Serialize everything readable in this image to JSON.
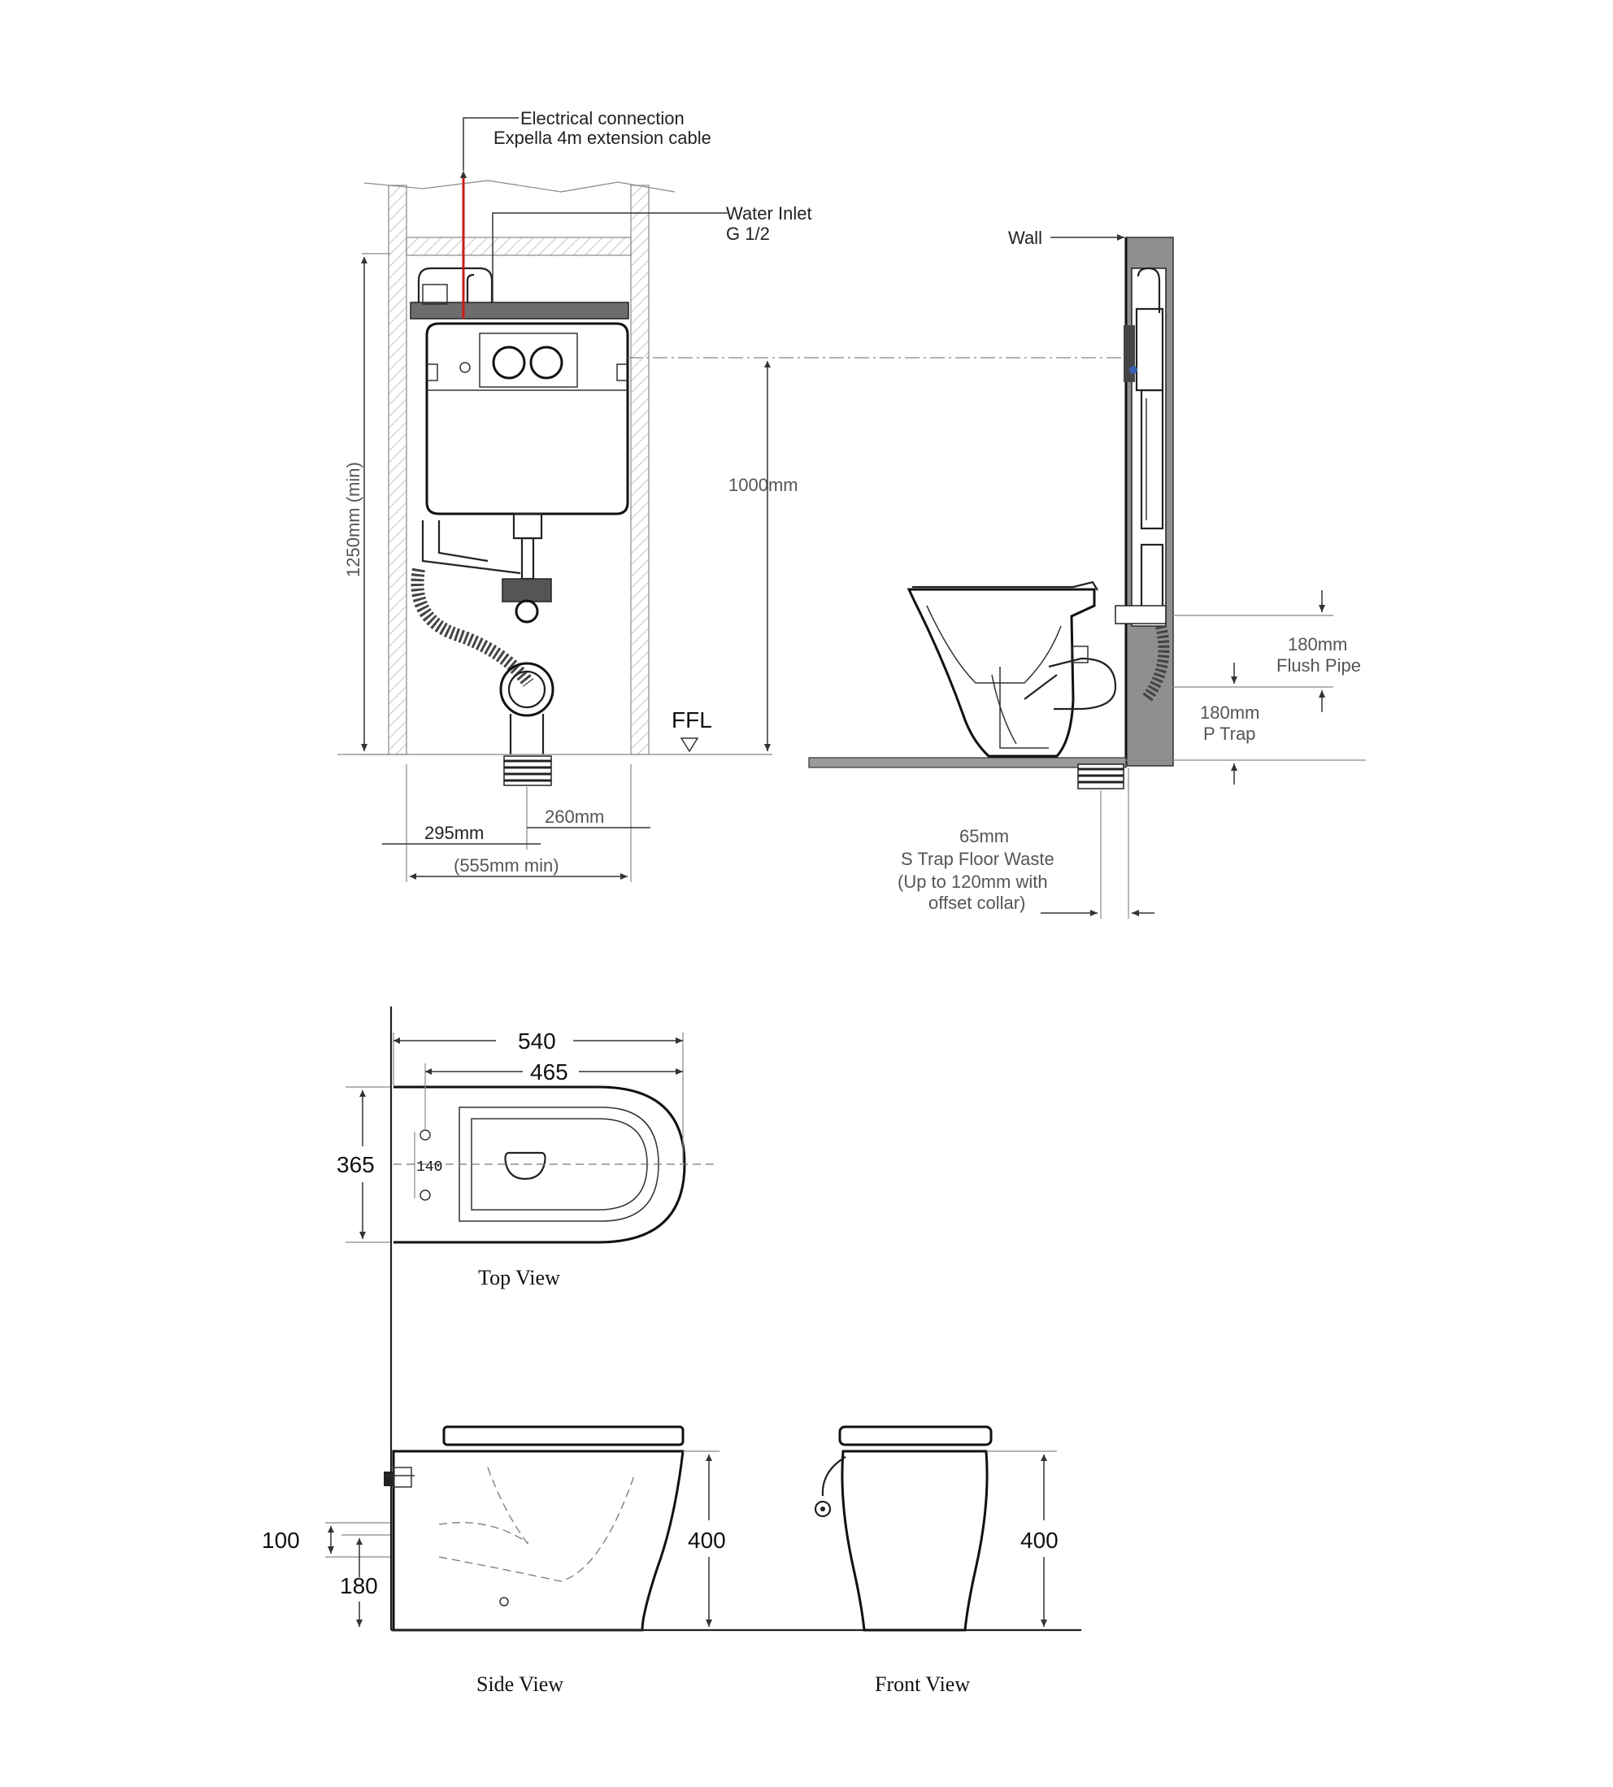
{
  "colors": {
    "line": "#222222",
    "cable": "#d01818",
    "wall_fill": "#8f8f8f",
    "hatch": "#bdbdbd",
    "panel_fill": "#6d6d6d"
  },
  "callouts": {
    "electrical_line1": "Electrical connection",
    "electrical_line2": "Expella 4m extension cable",
    "water_line1": "Water Inlet",
    "water_line2": "G 1/2",
    "wall": "Wall",
    "ffl": "FFL"
  },
  "frame_dims": {
    "height_min": "1250mm (min)",
    "button_height": "1000mm",
    "left_offset": "295mm",
    "right_offset": "260mm",
    "width_min": "(555mm min)"
  },
  "side_section_dims": {
    "flush_pipe_value": "180mm",
    "flush_pipe_label": "Flush Pipe",
    "p_trap_value": "180mm",
    "p_trap_label": "P Trap",
    "s_trap_line1": "65mm",
    "s_trap_line2": "S Trap Floor Waste",
    "s_trap_line3": "(Up to 120mm with",
    "s_trap_line4": "offset collar)"
  },
  "top_view": {
    "caption": "Top View",
    "overall_length": "540",
    "bowl_length": "465",
    "width": "365",
    "bolt_spacing": "140"
  },
  "side_view": {
    "caption": "Side View",
    "height": "400",
    "inlet_offset": "100",
    "inlet_height": "180"
  },
  "front_view": {
    "caption": "Front View",
    "height": "400"
  }
}
